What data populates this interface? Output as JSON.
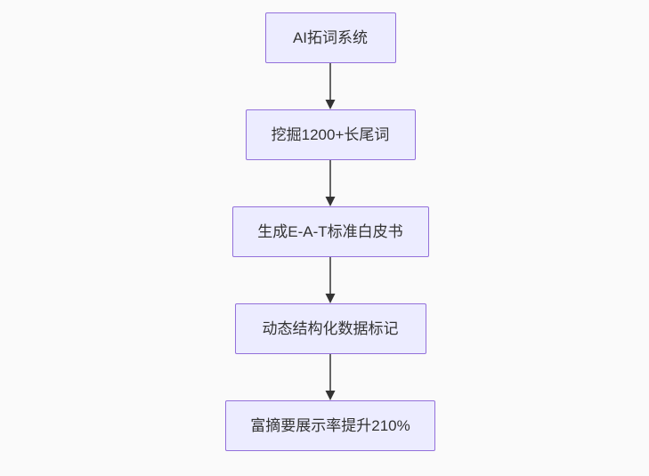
{
  "theme": {
    "page_bg": "#fafafa",
    "node_fill": "#ececff",
    "node_border": "#9370db",
    "node_text": "#333333",
    "edge_line": "#666666",
    "edge_head": "#333333"
  },
  "diagram": {
    "type": "flowchart-top-down",
    "nodes": [
      {
        "id": "A",
        "label": "AI拓词系统"
      },
      {
        "id": "B",
        "label": "挖掘1200+长尾词"
      },
      {
        "id": "C",
        "label": "生成E-A-T标准白皮书"
      },
      {
        "id": "D",
        "label": "动态结构化数据标记"
      },
      {
        "id": "E",
        "label": "富摘要展示率提升210%"
      }
    ],
    "edges": [
      {
        "from": "A",
        "to": "B"
      },
      {
        "from": "B",
        "to": "C"
      },
      {
        "from": "C",
        "to": "D"
      },
      {
        "from": "D",
        "to": "E"
      }
    ]
  }
}
